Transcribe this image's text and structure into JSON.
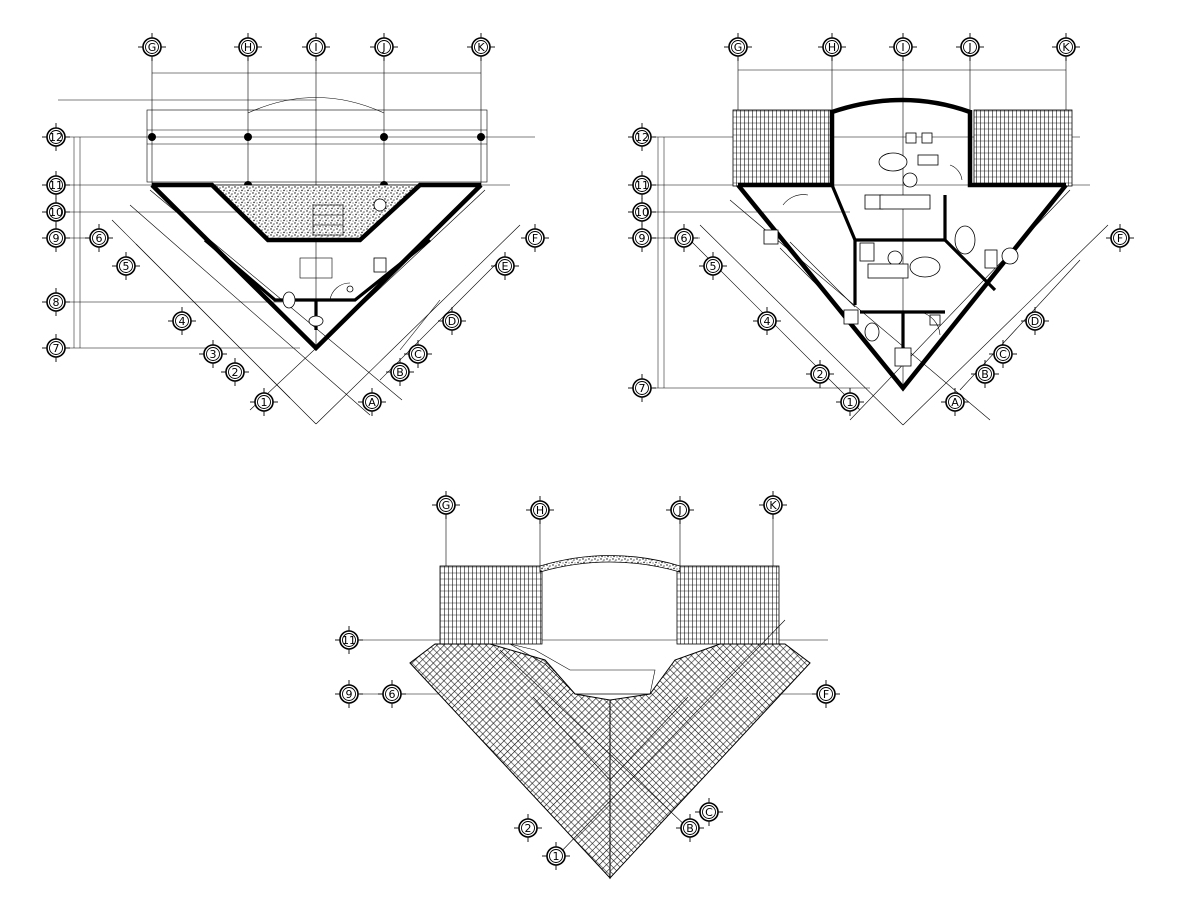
{
  "plans": [
    {
      "id": "plan-first-floor",
      "top_labels": [
        "G",
        "H",
        "I",
        "J",
        "K"
      ],
      "side_labels": [
        "12",
        "11",
        "10",
        "9",
        "8",
        "7"
      ],
      "diagonal_labels": [
        "6",
        "5",
        "4",
        "3",
        "2",
        "1",
        "A",
        "B",
        "C",
        "D",
        "E",
        "F"
      ]
    },
    {
      "id": "plan-second-floor",
      "top_labels": [
        "G",
        "H",
        "I",
        "J",
        "K"
      ],
      "side_labels": [
        "12",
        "11",
        "10",
        "9",
        "7"
      ],
      "diagonal_labels": [
        "6",
        "5",
        "4",
        "2",
        "1",
        "A",
        "B",
        "C",
        "D",
        "F"
      ]
    },
    {
      "id": "plan-roof",
      "top_labels": [
        "G",
        "H",
        "J",
        "K"
      ],
      "side_labels": [
        "11",
        "9"
      ],
      "diagonal_labels": [
        "6",
        "F",
        "2",
        "1",
        "B",
        "C"
      ]
    }
  ]
}
